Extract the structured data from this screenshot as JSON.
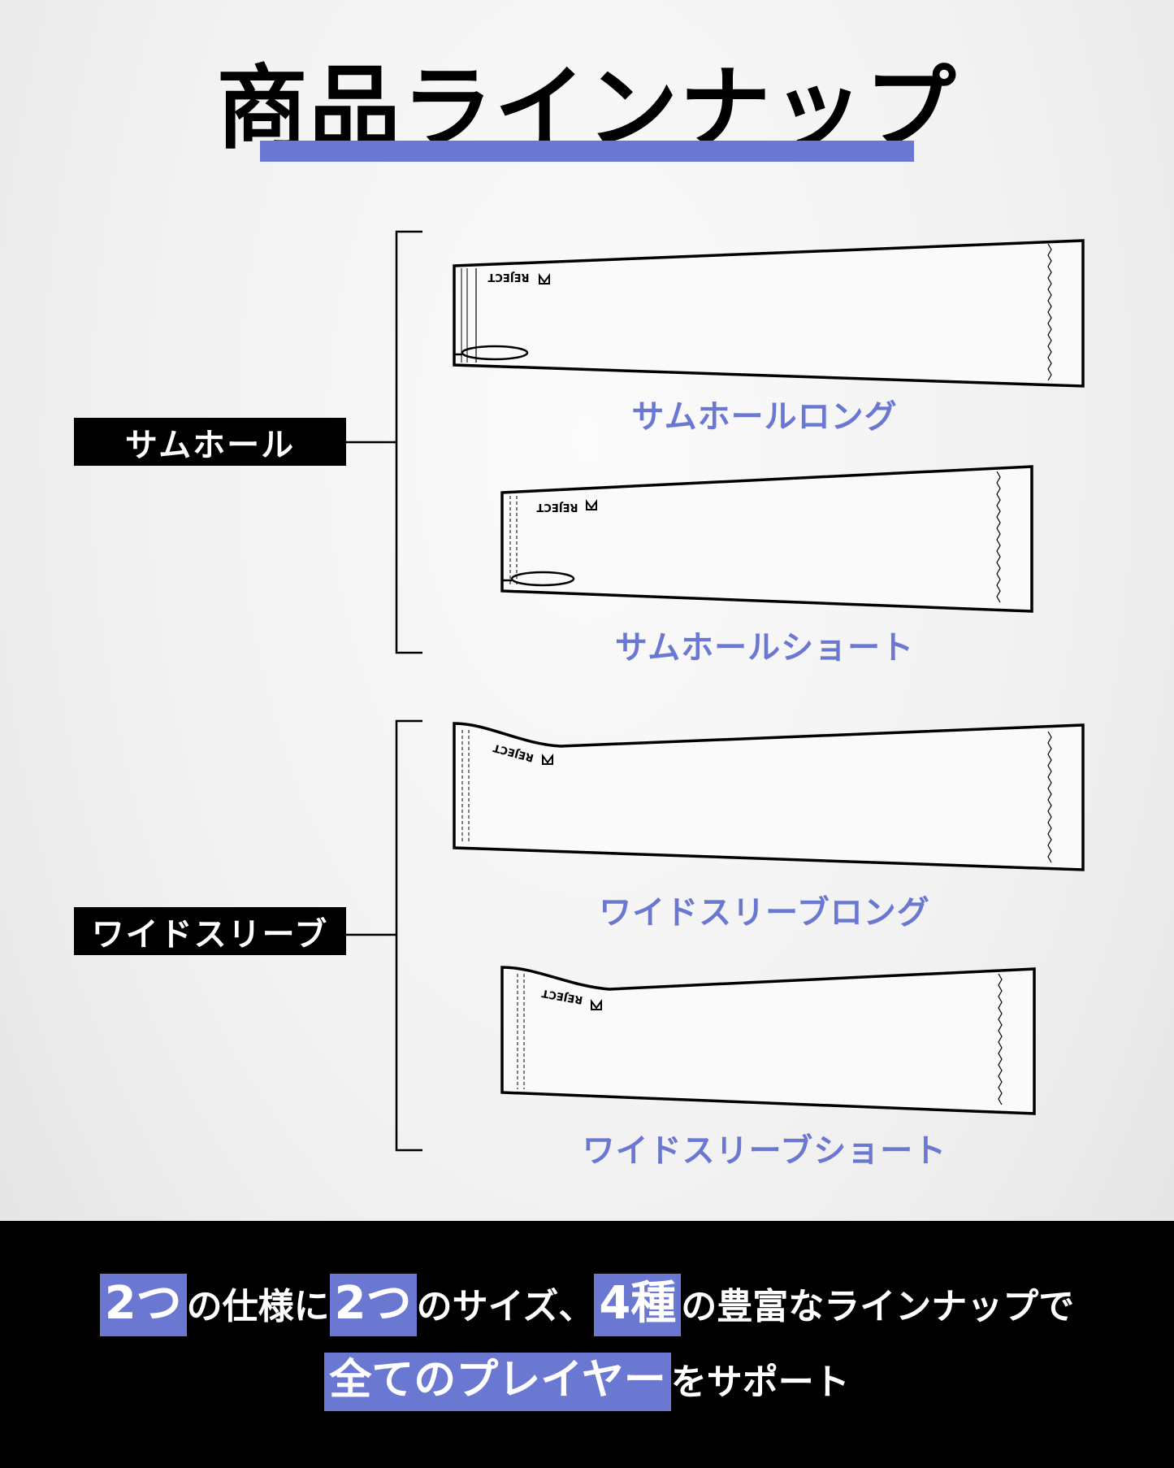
{
  "title": "商品ラインナップ",
  "groups": [
    {
      "label": "サムホール",
      "products": [
        {
          "name": "サムホールロング",
          "brand": "REJECT"
        },
        {
          "name": "サムホールショート",
          "brand": "REJECT"
        }
      ]
    },
    {
      "label": "ワイドスリーブ",
      "products": [
        {
          "name": "ワイドスリーブロング",
          "brand": "REJECT"
        },
        {
          "name": "ワイドスリーブショート",
          "brand": "REJECT"
        }
      ]
    }
  ],
  "footer": {
    "line1": {
      "n1": "2つ",
      "t1": "の仕様に",
      "n2": "2つ",
      "t2": "のサイズ、",
      "n3": "4種",
      "t3": "の豊富なラインナップで"
    },
    "line2": {
      "h1": "全てのプレイヤー",
      "t1": "をサポート"
    }
  },
  "colors": {
    "accent": "#6a78d2",
    "dark": "#000000",
    "light": "#f2f2f2"
  }
}
